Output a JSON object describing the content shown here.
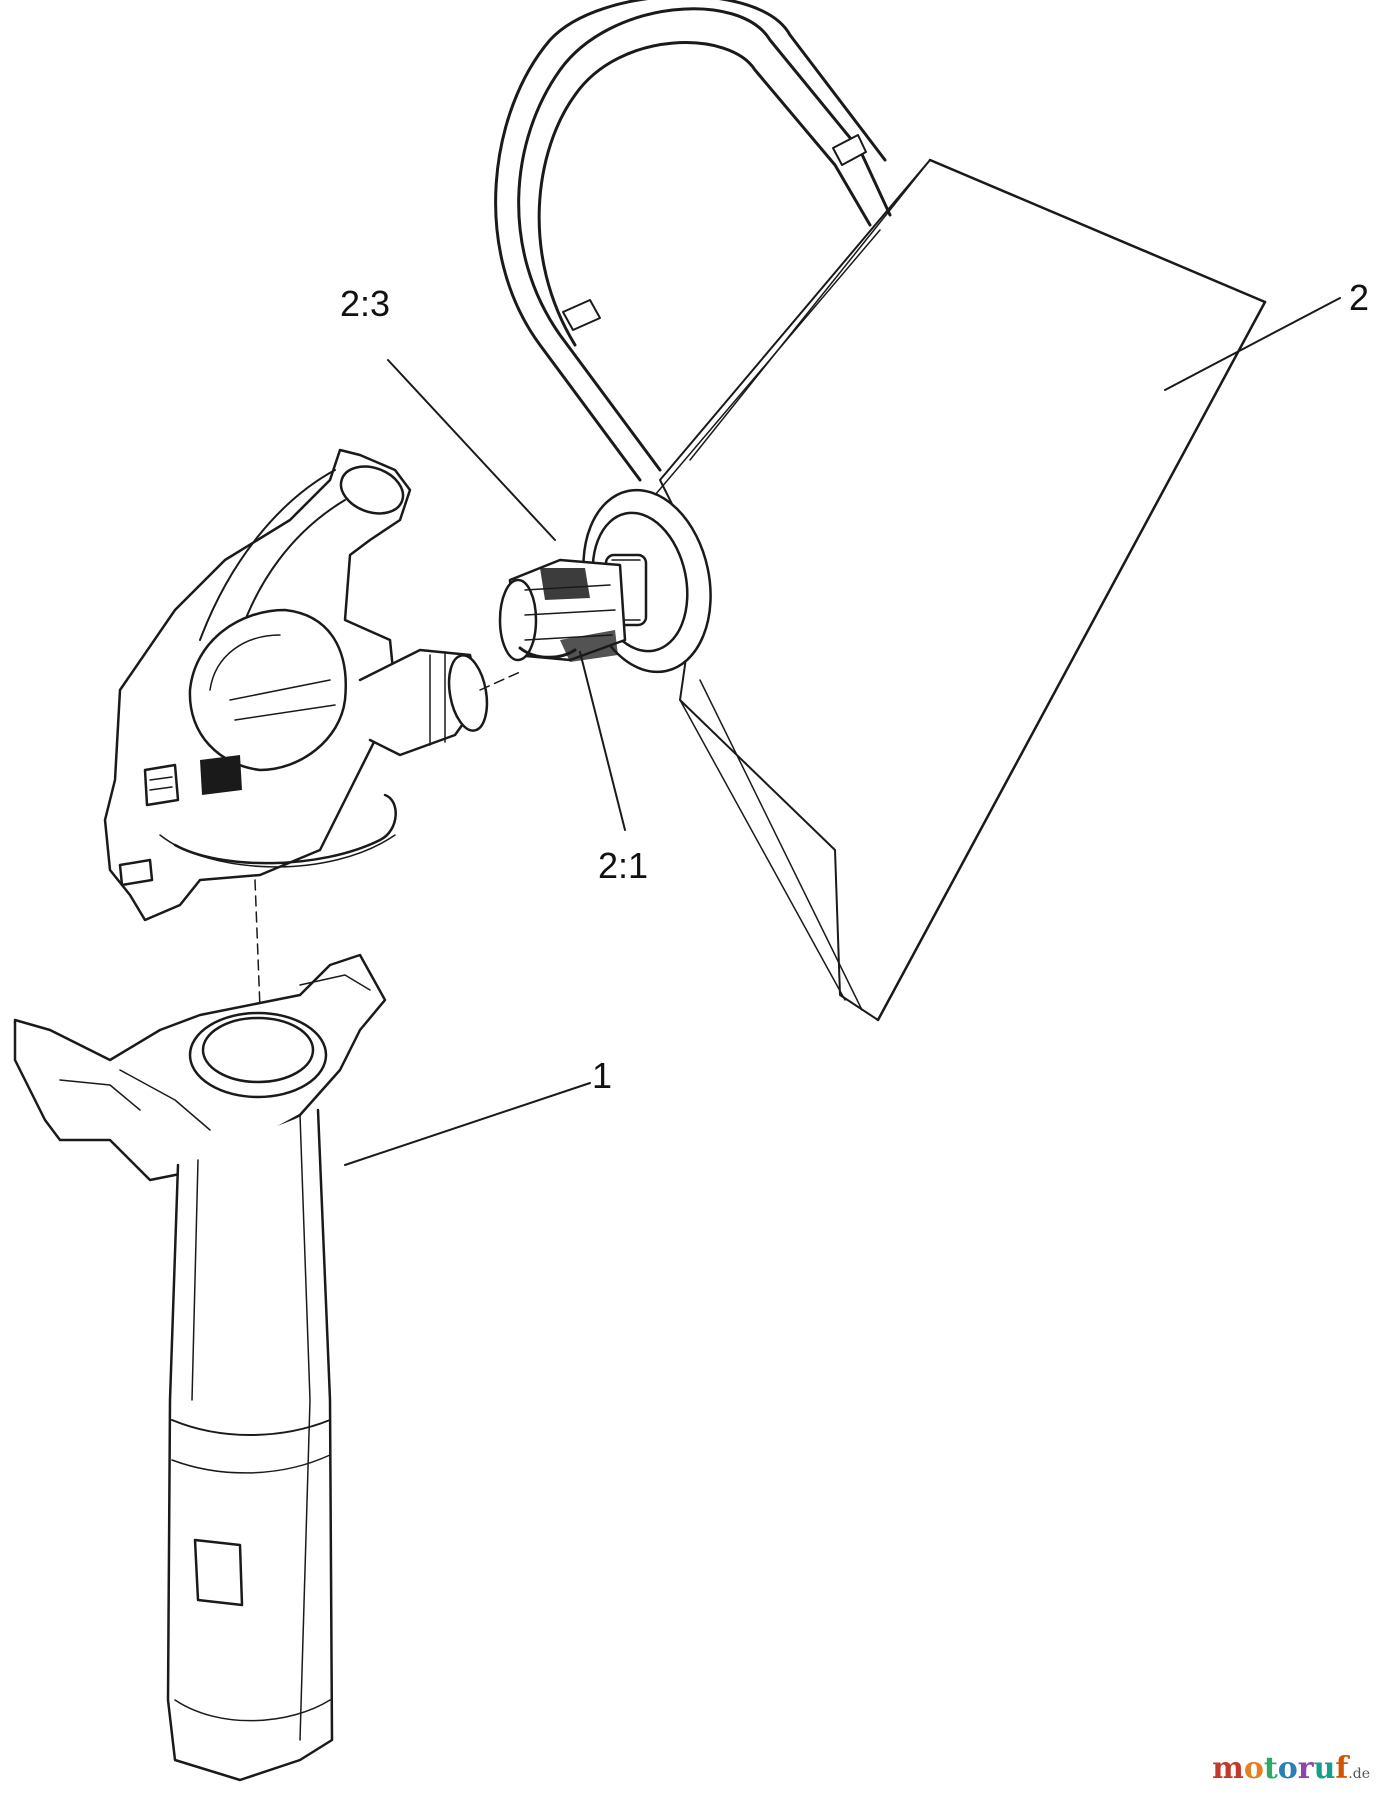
{
  "callouts": {
    "part_1": "1",
    "part_2": "2",
    "part_2_1": "2:1",
    "part_2_3": "2:3"
  },
  "watermark": {
    "text": "motoruf",
    "tld": ".de"
  },
  "colors": {
    "line": "#1a1a1a",
    "watermark_m": "#c0392b",
    "watermark_o": "#e67e22",
    "watermark_t": "#27ae60",
    "watermark_o2": "#2980b9",
    "watermark_r": "#8e44ad",
    "watermark_u": "#16a085",
    "watermark_f": "#d35400"
  }
}
